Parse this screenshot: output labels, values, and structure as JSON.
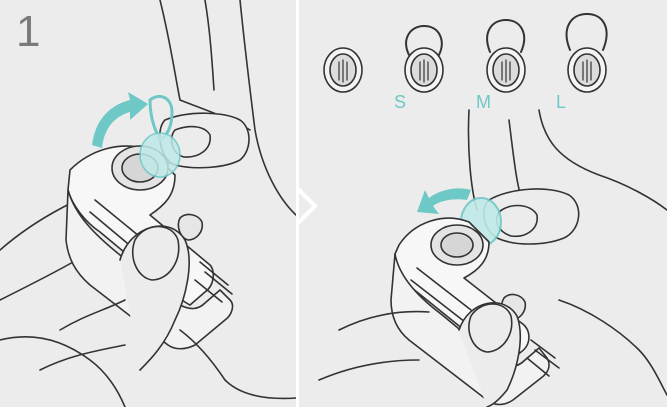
{
  "step": {
    "number": "1"
  },
  "sizes": {
    "s": "S",
    "m": "M",
    "l": "L"
  },
  "colors": {
    "background": "#ececec",
    "line": "#333333",
    "accent": "#6ec8c6",
    "accent_fill": "#bfe9e8",
    "step_number": "#7a7a7a"
  },
  "icons": {
    "rotate_on": "curved-arrow-clockwise-icon",
    "rotate_off": "curved-arrow-counterclockwise-icon",
    "tip_no_hook": "eartip-without-hook-icon",
    "tip_s": "eartip-size-s-icon",
    "tip_m": "eartip-size-m-icon",
    "tip_l": "eartip-size-l-icon"
  }
}
